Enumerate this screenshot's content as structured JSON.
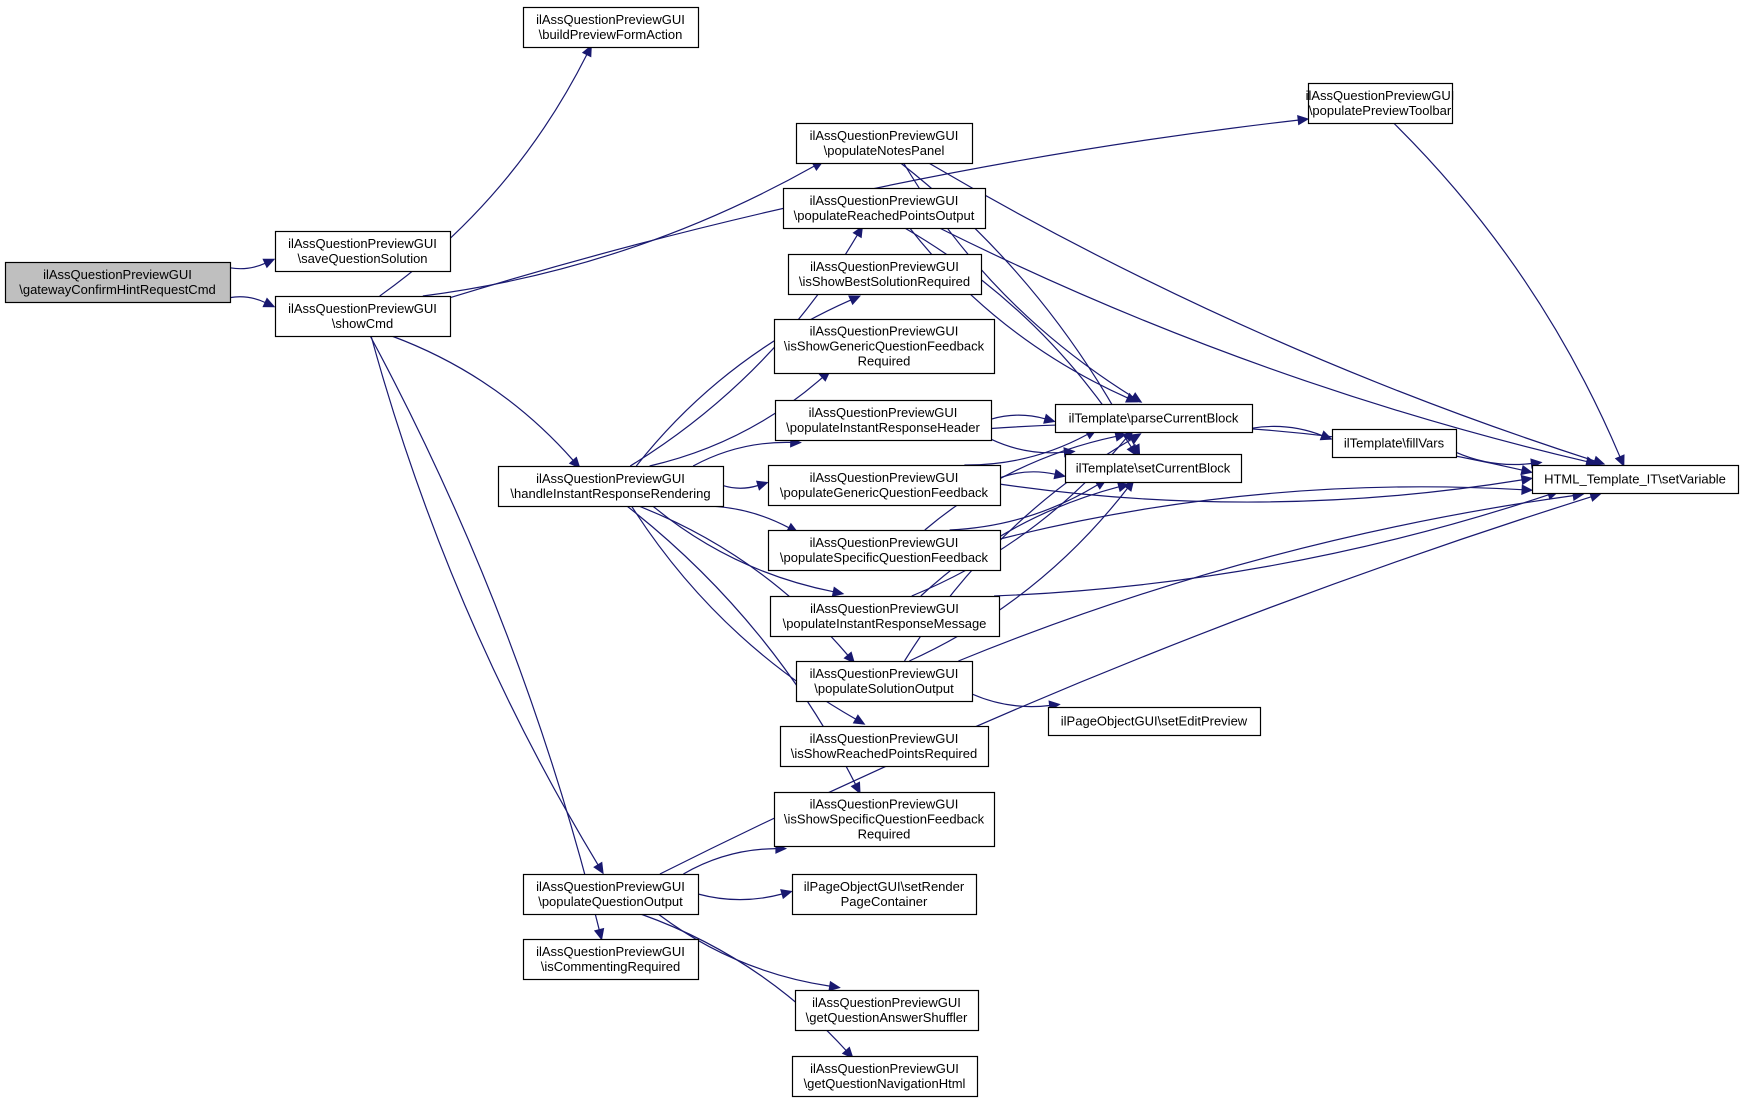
{
  "diagram": {
    "edge_color": "#191970",
    "root_fill": "#bfbfbf",
    "nodes": [
      {
        "id": "gatewayConfirmHintRequestCmd",
        "lines": [
          "ilAssQuestionPreviewGUI",
          "\\gatewayConfirmHintRequestCmd"
        ],
        "root": true
      },
      {
        "id": "saveQuestionSolution",
        "lines": [
          "ilAssQuestionPreviewGUI",
          "\\saveQuestionSolution"
        ]
      },
      {
        "id": "showCmd",
        "lines": [
          "ilAssQuestionPreviewGUI",
          "\\showCmd"
        ]
      },
      {
        "id": "buildPreviewFormAction",
        "lines": [
          "ilAssQuestionPreviewGUI",
          "\\buildPreviewFormAction"
        ]
      },
      {
        "id": "populateNotesPanel",
        "lines": [
          "ilAssQuestionPreviewGUI",
          "\\populateNotesPanel"
        ]
      },
      {
        "id": "populatePreviewToolbar",
        "lines": [
          "ilAssQuestionPreviewGUI",
          "\\populatePreviewToolbar"
        ]
      },
      {
        "id": "handleInstantResponseRendering",
        "lines": [
          "ilAssQuestionPreviewGUI",
          "\\handleInstantResponseRendering"
        ]
      },
      {
        "id": "populateQuestionOutput",
        "lines": [
          "ilAssQuestionPreviewGUI",
          "\\populateQuestionOutput"
        ]
      },
      {
        "id": "isCommentingRequired",
        "lines": [
          "ilAssQuestionPreviewGUI",
          "\\isCommentingRequired"
        ]
      },
      {
        "id": "populateReachedPointsOutput",
        "lines": [
          "ilAssQuestionPreviewGUI",
          "\\populateReachedPointsOutput"
        ]
      },
      {
        "id": "isShowBestSolutionRequired",
        "lines": [
          "ilAssQuestionPreviewGUI",
          "\\isShowBestSolutionRequired"
        ]
      },
      {
        "id": "isShowGenericQuestionFeedbackRequired",
        "lines": [
          "ilAssQuestionPreviewGUI",
          "\\isShowGenericQuestionFeedback",
          "Required"
        ]
      },
      {
        "id": "populateInstantResponseHeader",
        "lines": [
          "ilAssQuestionPreviewGUI",
          "\\populateInstantResponseHeader"
        ]
      },
      {
        "id": "populateGenericQuestionFeedback",
        "lines": [
          "ilAssQuestionPreviewGUI",
          "\\populateGenericQuestionFeedback"
        ]
      },
      {
        "id": "populateSpecificQuestionFeedback",
        "lines": [
          "ilAssQuestionPreviewGUI",
          "\\populateSpecificQuestionFeedback"
        ]
      },
      {
        "id": "populateInstantResponseMessage",
        "lines": [
          "ilAssQuestionPreviewGUI",
          "\\populateInstantResponseMessage"
        ]
      },
      {
        "id": "populateSolutionOutput",
        "lines": [
          "ilAssQuestionPreviewGUI",
          "\\populateSolutionOutput"
        ]
      },
      {
        "id": "isShowReachedPointsRequired",
        "lines": [
          "ilAssQuestionPreviewGUI",
          "\\isShowReachedPointsRequired"
        ]
      },
      {
        "id": "isShowSpecificQuestionFeedbackRequired",
        "lines": [
          "ilAssQuestionPreviewGUI",
          "\\isShowSpecificQuestionFeedback",
          "Required"
        ]
      },
      {
        "id": "setRenderPageContainer",
        "lines": [
          "ilPageObjectGUI\\setRender",
          "PageContainer"
        ]
      },
      {
        "id": "getQuestionAnswerShuffler",
        "lines": [
          "ilAssQuestionPreviewGUI",
          "\\getQuestionAnswerShuffler"
        ]
      },
      {
        "id": "getQuestionNavigationHtml",
        "lines": [
          "ilAssQuestionPreviewGUI",
          "\\getQuestionNavigationHtml"
        ]
      },
      {
        "id": "parseCurrentBlock",
        "lines": [
          "ilTemplate\\parseCurrentBlock"
        ]
      },
      {
        "id": "setCurrentBlock",
        "lines": [
          "ilTemplate\\setCurrentBlock"
        ]
      },
      {
        "id": "fillVars",
        "lines": [
          "ilTemplate\\fillVars"
        ]
      },
      {
        "id": "setVariable",
        "lines": [
          "HTML_Template_IT\\setVariable"
        ]
      },
      {
        "id": "setEditPreview",
        "lines": [
          "ilPageObjectGUI\\setEditPreview"
        ]
      }
    ],
    "edges": [
      [
        "gatewayConfirmHintRequestCmd",
        "saveQuestionSolution"
      ],
      [
        "gatewayConfirmHintRequestCmd",
        "showCmd"
      ],
      [
        "showCmd",
        "buildPreviewFormAction"
      ],
      [
        "showCmd",
        "populatePreviewToolbar"
      ],
      [
        "showCmd",
        "populateNotesPanel"
      ],
      [
        "showCmd",
        "handleInstantResponseRendering"
      ],
      [
        "showCmd",
        "populateQuestionOutput"
      ],
      [
        "showCmd",
        "isCommentingRequired"
      ],
      [
        "handleInstantResponseRendering",
        "populateReachedPointsOutput"
      ],
      [
        "handleInstantResponseRendering",
        "isShowBestSolutionRequired"
      ],
      [
        "handleInstantResponseRendering",
        "isShowGenericQuestionFeedbackRequired"
      ],
      [
        "handleInstantResponseRendering",
        "populateInstantResponseHeader"
      ],
      [
        "handleInstantResponseRendering",
        "populateGenericQuestionFeedback"
      ],
      [
        "handleInstantResponseRendering",
        "populateSpecificQuestionFeedback"
      ],
      [
        "handleInstantResponseRendering",
        "populateInstantResponseMessage"
      ],
      [
        "handleInstantResponseRendering",
        "populateSolutionOutput"
      ],
      [
        "handleInstantResponseRendering",
        "isShowReachedPointsRequired"
      ],
      [
        "handleInstantResponseRendering",
        "isShowSpecificQuestionFeedbackRequired"
      ],
      [
        "populateNotesPanel",
        "parseCurrentBlock"
      ],
      [
        "populateNotesPanel",
        "setCurrentBlock"
      ],
      [
        "populateNotesPanel",
        "setVariable"
      ],
      [
        "populatePreviewToolbar",
        "setVariable"
      ],
      [
        "populateReachedPointsOutput",
        "parseCurrentBlock"
      ],
      [
        "populateReachedPointsOutput",
        "setCurrentBlock"
      ],
      [
        "populateReachedPointsOutput",
        "setVariable"
      ],
      [
        "populateInstantResponseHeader",
        "parseCurrentBlock"
      ],
      [
        "populateInstantResponseHeader",
        "setCurrentBlock"
      ],
      [
        "populateInstantResponseHeader",
        "setVariable"
      ],
      [
        "populateGenericQuestionFeedback",
        "parseCurrentBlock"
      ],
      [
        "populateGenericQuestionFeedback",
        "setCurrentBlock"
      ],
      [
        "populateGenericQuestionFeedback",
        "setVariable"
      ],
      [
        "populateSpecificQuestionFeedback",
        "parseCurrentBlock"
      ],
      [
        "populateSpecificQuestionFeedback",
        "setCurrentBlock"
      ],
      [
        "populateSpecificQuestionFeedback",
        "setVariable"
      ],
      [
        "populateInstantResponseMessage",
        "parseCurrentBlock"
      ],
      [
        "populateInstantResponseMessage",
        "setCurrentBlock"
      ],
      [
        "populateInstantResponseMessage",
        "setVariable"
      ],
      [
        "populateSolutionOutput",
        "parseCurrentBlock"
      ],
      [
        "populateSolutionOutput",
        "setCurrentBlock"
      ],
      [
        "populateSolutionOutput",
        "setVariable"
      ],
      [
        "populateSolutionOutput",
        "setEditPreview"
      ],
      [
        "parseCurrentBlock",
        "fillVars"
      ],
      [
        "fillVars",
        "setVariable"
      ],
      [
        "populateQuestionOutput",
        "isShowSpecificQuestionFeedbackRequired"
      ],
      [
        "populateQuestionOutput",
        "setRenderPageContainer"
      ],
      [
        "populateQuestionOutput",
        "setVariable"
      ],
      [
        "populateQuestionOutput",
        "getQuestionAnswerShuffler"
      ],
      [
        "populateQuestionOutput",
        "getQuestionNavigationHtml"
      ]
    ]
  }
}
